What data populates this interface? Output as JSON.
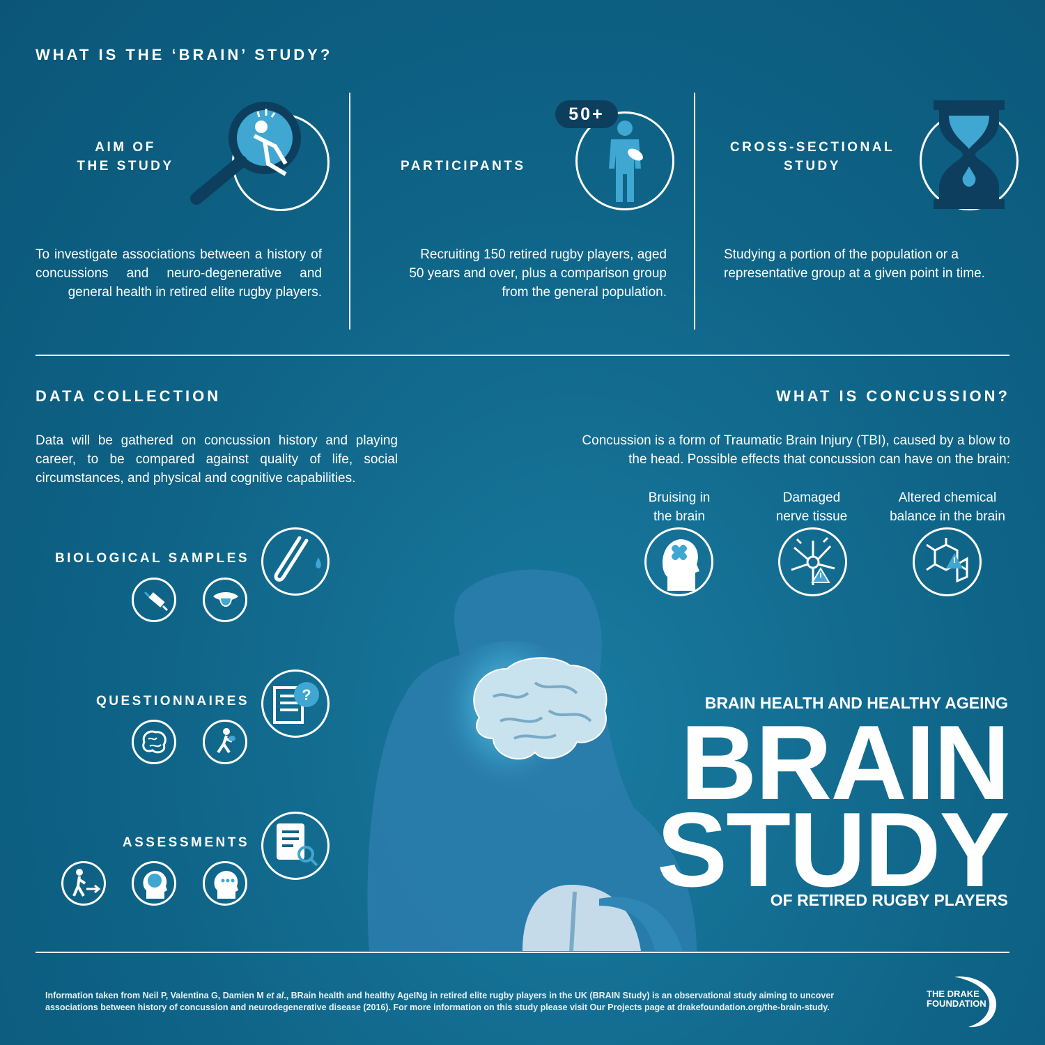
{
  "header": {
    "title": "WHAT IS THE ‘BRAIN’ STUDY?"
  },
  "aim": {
    "title_line1": "AIM OF",
    "title_line2": "THE STUDY",
    "text": "To investigate associations between a history of concussions and neuro-degenerative and general health in retired elite rugby players."
  },
  "participants": {
    "title": "PARTICIPANTS",
    "badge": "50+",
    "text_line1": "Recruiting 150 retired rugby players, aged",
    "text_line2": "50 years and over, plus a comparison group",
    "text_line3": "from the general population."
  },
  "cross": {
    "title_line1": "CROSS-SECTIONAL",
    "title_line2": "STUDY",
    "text_line1": "Studying a portion of the population or a",
    "text_line2": "representative group at a given point in time."
  },
  "data_collection": {
    "title": "DATA COLLECTION",
    "text": "Data will be gathered on concussion history and playing career, to be compared against quality of life, social circumstances, and physical and cognitive capabilities.",
    "biological": "BIOLOGICAL SAMPLES",
    "questionnaires": "QUESTIONNAIRES",
    "assessments": "ASSESSMENTS"
  },
  "concussion": {
    "title": "WHAT IS CONCUSSION?",
    "text_line1": "Concussion is a form of Traumatic Brain Injury (TBI), caused by a blow to",
    "text_line2": "the head. Possible effects that concussion can have on the brain:",
    "effects": [
      {
        "line1": "Bruising in",
        "line2": "the brain"
      },
      {
        "line1": "Damaged",
        "line2": "nerve tissue"
      },
      {
        "line1": "Altered chemical",
        "line2": "balance in the brain"
      }
    ]
  },
  "hero": {
    "subtitle": "BRAIN HEALTH AND HEALTHY AGEING",
    "word1": "BRAIN",
    "word2": "STUDY",
    "tagline": "OF RETIRED RUGBY PLAYERS"
  },
  "footer": {
    "line1_a": "Information taken from Neil P, Valentina G, Damien M ",
    "line1_em": "et al",
    "line1_b": "., BRain health and healthy AgeINg in retired elite rugby players in the UK (BRAIN Study) is an observational study aiming to uncover",
    "line2": "associations between history of concussion and neurodegenerative disease (2016). For more information on this study please visit Our Projects page at drakefoundation.org/the-brain-study.",
    "logo_line1": "THE DRAKE",
    "logo_line2": "FOUNDATION"
  },
  "icons": [
    "magnifier-icon",
    "player-icon",
    "person-icon",
    "hourglass-icon",
    "test-tube-icon",
    "syringe-icon",
    "tongue-icon",
    "document-question-icon",
    "brain-maze-icon",
    "tackle-icon",
    "document-search-icon",
    "walking-icon",
    "head-brain-icon",
    "head-thinking-icon",
    "head-bandage-icon",
    "neuron-icon",
    "molecule-icon"
  ],
  "colors": {
    "background": "#0e6386",
    "dark_accent": "#0d3e5e",
    "light_accent": "#3fa7d1"
  }
}
